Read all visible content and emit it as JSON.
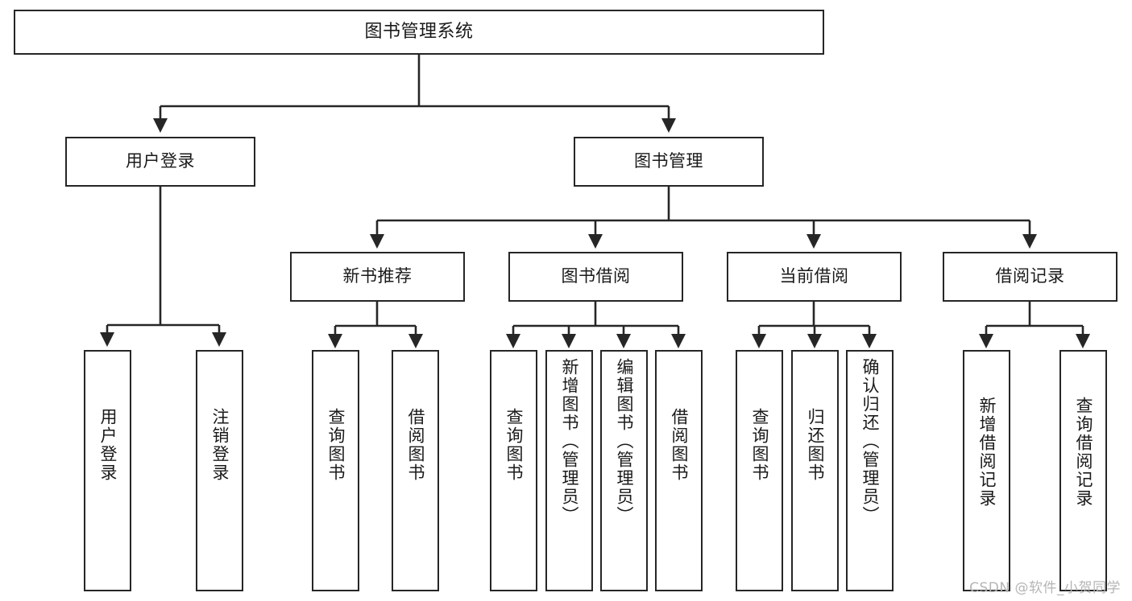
{
  "diagram": {
    "title": "图书管理系统",
    "type": "tree-hierarchy",
    "stroke_color": "#262626",
    "fill_color": "#ffffff",
    "text_color": "#1a1a1a"
  },
  "nodes": {
    "root": {
      "label": "图书管理系统"
    },
    "level2": [
      {
        "label": "用户登录"
      },
      {
        "label": "图书管理"
      }
    ],
    "level3": [
      {
        "label": "新书推荐"
      },
      {
        "label": "图书借阅"
      },
      {
        "label": "当前借阅"
      },
      {
        "label": "借阅记录"
      }
    ],
    "leaves_user_login": [
      {
        "label": "用户登录"
      },
      {
        "label": "注销登录"
      }
    ],
    "leaves_new_book": [
      {
        "label": "查询图书"
      },
      {
        "label": "借阅图书"
      }
    ],
    "leaves_borrow": [
      {
        "label": "查询图书"
      },
      {
        "label": "新增图书（管理员）"
      },
      {
        "label": "编辑图书（管理员）"
      },
      {
        "label": "借阅图书"
      }
    ],
    "leaves_current": [
      {
        "label": "查询图书"
      },
      {
        "label": "归还图书"
      },
      {
        "label": "确认归还（管理员）"
      }
    ],
    "leaves_records": [
      {
        "label": "新增借阅记录"
      },
      {
        "label": "查询借阅记录"
      }
    ]
  },
  "watermark": {
    "text": "CSDN @软件_小贺同学"
  }
}
